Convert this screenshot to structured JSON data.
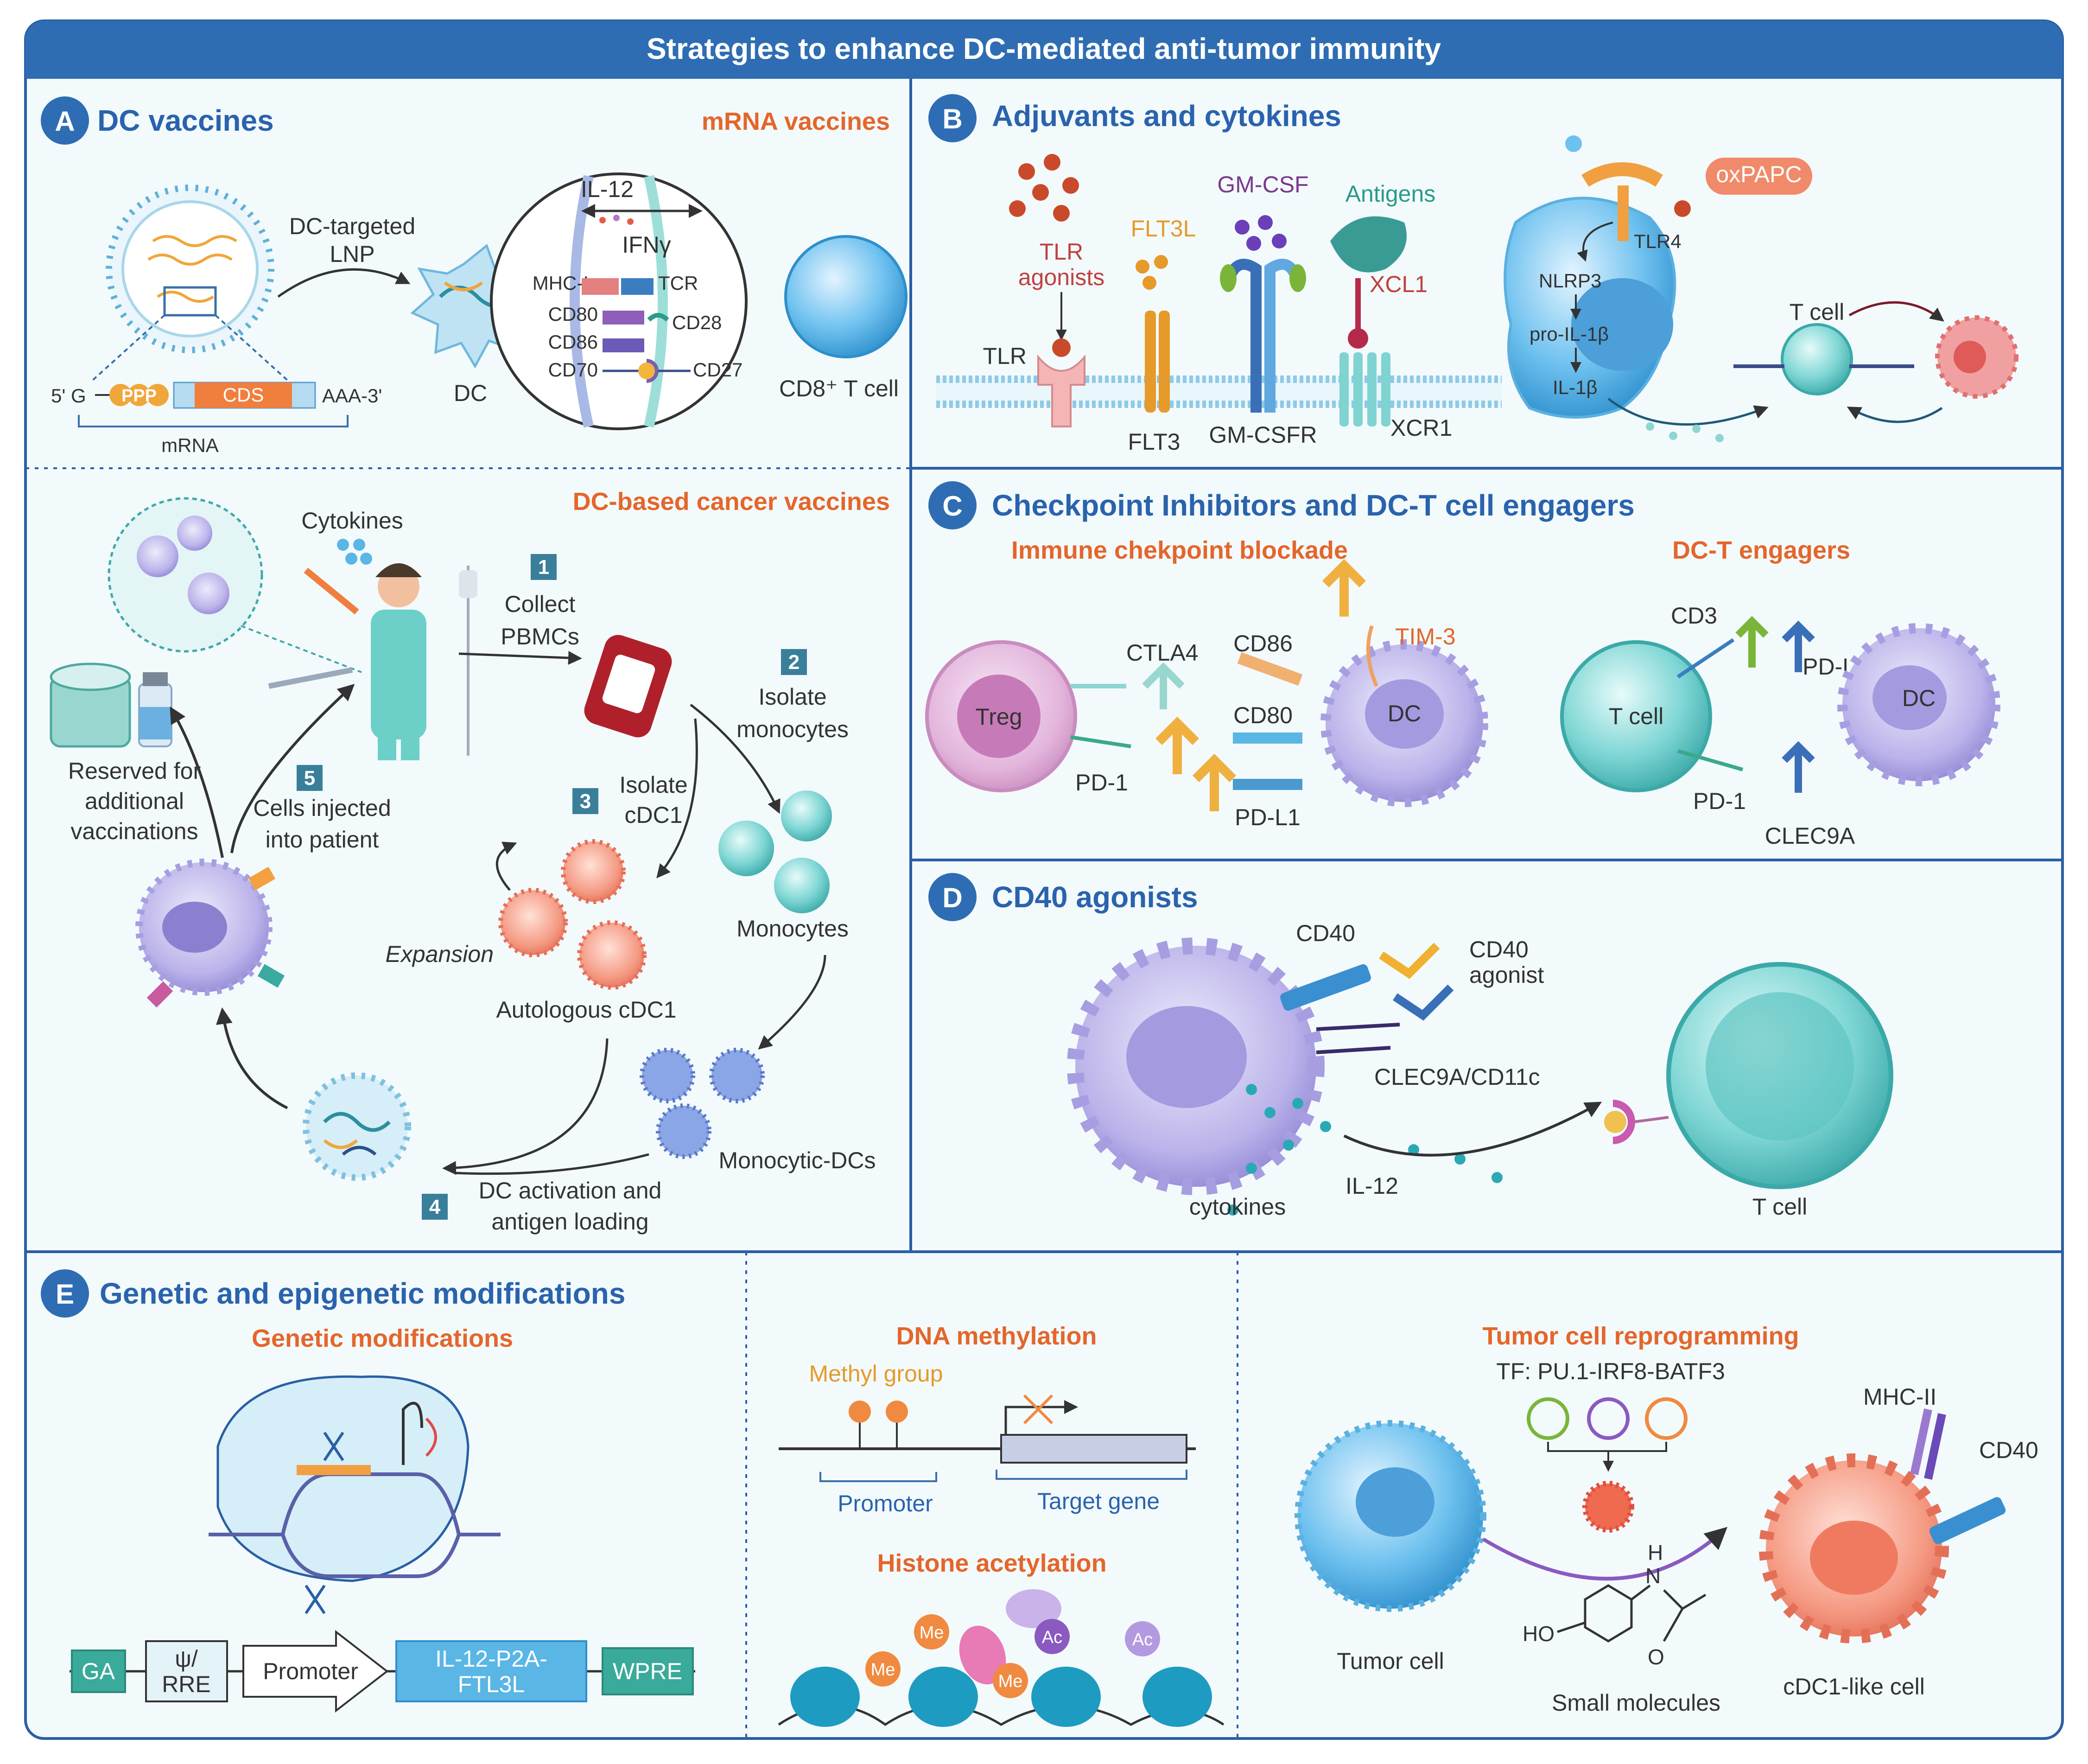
{
  "header": {
    "title": "Strategies to enhance DC-mediated anti-tumor immunity"
  },
  "panels": {
    "A": {
      "letter": "A",
      "title": "DC vaccines",
      "subtitle_mrna": "mRNA vaccines",
      "subtitle_dc": "DC-based cancer vaccines",
      "mrna_construct": {
        "five_prime": "5' G",
        "cap": "PPP",
        "cds": "CDS",
        "three_prime": "AAA-3'",
        "label": "mRNA"
      },
      "lnp_label": "DC-targeted LNP",
      "lnp_label_lines": [
        "DC-targeted",
        "LNP"
      ],
      "dc_label": "DC",
      "cd8_label": "CD8⁺ T cell",
      "synapse": {
        "il12": "IL-12",
        "ifng": "IFNγ",
        "pairs": [
          {
            "left": "MHC-I",
            "right": "TCR"
          },
          {
            "left": "CD80",
            "right": "CD28"
          },
          {
            "left": "CD86",
            "right": ""
          },
          {
            "left": "CD70",
            "right": "CD27"
          }
        ]
      },
      "cytokines": "Cytokines",
      "steps": [
        {
          "num": "1",
          "text": "Collect PBMCs",
          "lines": [
            "Collect",
            "PBMCs"
          ]
        },
        {
          "num": "2",
          "text": "Isolate monocytes",
          "lines": [
            "Isolate",
            "monocytes"
          ]
        },
        {
          "num": "3",
          "text": "Isolate cDC1",
          "lines": [
            "Isolate",
            "cDC1"
          ]
        },
        {
          "num": "4",
          "text": "DC activation and antigen loading",
          "lines": [
            "DC activation and",
            "antigen loading"
          ]
        },
        {
          "num": "5",
          "text": "Cells injected into patient",
          "lines": [
            "Cells injected",
            "into patient"
          ]
        }
      ],
      "reserved": {
        "text": "Reserved for additional vaccinations",
        "lines": [
          "Reserved for",
          "additional",
          "vaccinations"
        ]
      },
      "monocytes": "Monocytes",
      "expansion": "Expansion",
      "autologous": "Autologous cDC1",
      "monocytic_dcs": "Monocytic-DCs"
    },
    "B": {
      "letter": "B",
      "title": "Adjuvants and cytokines",
      "tlr_agonists": "TLR agonists",
      "tlr_agonists_lines": [
        "TLR",
        "agonists"
      ],
      "tlr": "TLR",
      "flt3l": "FLT3L",
      "flt3": "FLT3",
      "gmcsf": "GM-CSF",
      "gmcsfr": "GM-CSFR",
      "antigens": "Antigens",
      "xcl1": "XCL1",
      "xcr1": "XCR1",
      "oxpapc": "oxPAPC",
      "tlr4": "TLR4",
      "nlrp3": "NLRP3",
      "pro_il1b": "pro-IL-1β",
      "il1b": "IL-1β",
      "tcell": "T cell"
    },
    "C": {
      "letter": "C",
      "title": "Checkpoint Inhibitors and DC-T cell engagers",
      "sub_left": "Immune chekpoint blockade",
      "sub_right": "DC-T engagers",
      "treg": "Treg",
      "ctla4": "CTLA4",
      "pd1": "PD-1",
      "cd86": "CD86",
      "cd80": "CD80",
      "pdl1": "PD-L1",
      "tim3": "TIM-3",
      "dc": "DC",
      "tcell": "T cell",
      "cd3": "CD3",
      "clec9a": "CLEC9A"
    },
    "D": {
      "letter": "D",
      "title": "CD40 agonists",
      "cd40": "CD40",
      "agonist": "CD40 agonist",
      "agonist_lines": [
        "CD40",
        "agonist"
      ],
      "clec": "CLEC9A/CD11c",
      "il12": "IL-12",
      "cytokines": "cytokines",
      "tcell": "T cell"
    },
    "E": {
      "letter": "E",
      "title": "Genetic and epigenetic modifications",
      "genetic": "Genetic modifications",
      "construct": [
        "GA",
        "ψ/ RRE",
        "Promoter",
        "IL-12-P2A-FTL3L",
        "WPRE"
      ],
      "construct_lines": {
        "psi": [
          "ψ/",
          "RRE"
        ],
        "il12": [
          "IL-12-P2A-",
          "FTL3L"
        ]
      },
      "dna_methylation": "DNA methylation",
      "methyl_group": "Methyl group",
      "promoter": "Promoter",
      "target_gene": "Target gene",
      "histone": "Histone acetylation",
      "me": "Me",
      "ac": "Ac",
      "tumor_reprogramming": "Tumor cell reprogramming",
      "tf": "TF: PU.1-IRF8-BATF3",
      "tumor_cell": "Tumor cell",
      "small_molecules": "Small molecules",
      "cdc1_like": "cDC1-like cell",
      "mhcii": "MHC-II",
      "cd40": "CD40",
      "chem_ho": "HO",
      "chem_h": "H",
      "chem_n": "N",
      "chem_o": "O"
    }
  },
  "colors": {
    "header_bg": "#2e6db3",
    "title_blue": "#2a63ad",
    "subtitle_orange": "#e4662b",
    "panel_border": "#2a5fa5",
    "panel_bg": "#f3fafc",
    "dc_purple": "#b9b3e8",
    "tcell_teal": "#69c9c8",
    "cdc1_salmon": "#f48a74"
  }
}
